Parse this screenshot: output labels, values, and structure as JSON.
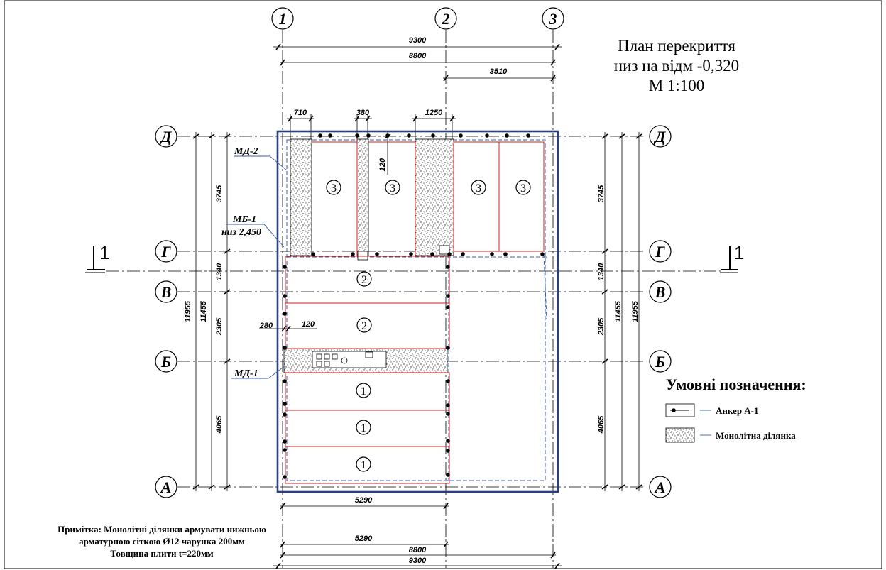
{
  "title": {
    "line1": "План перекриття",
    "line2": "низ на відм -0,320",
    "line3": "М 1:100"
  },
  "axes": {
    "columns": [
      "1",
      "2",
      "3"
    ],
    "rows": [
      "Д",
      "Г",
      "В",
      "Б",
      "А"
    ]
  },
  "dimensions": {
    "top_total": "9300",
    "top_inner": "8800",
    "top_right": "3510",
    "bottom_5290_a": "5290",
    "bottom_5290_b": "5290",
    "bottom_8800": "8800",
    "bottom_9300": "9300",
    "w710": "710",
    "w380": "380",
    "w1250": "1250",
    "v120": "120",
    "h280": "280",
    "h120": "120",
    "left_total": "11955",
    "left_inner": "11455",
    "left_3745": "3745",
    "left_1340": "1340",
    "left_2305": "2305",
    "left_4065": "4065",
    "right_total": "11955",
    "right_inner": "11455",
    "right_3745": "3745",
    "right_1340": "1340",
    "right_2305": "2305",
    "right_4065": "4065"
  },
  "labels": {
    "md2": "МД-2",
    "mb1": "МБ-1",
    "mb1_level": "низ 2,450",
    "md1": "МД-1"
  },
  "slab_marks": {
    "s1": "1",
    "s2": "2",
    "s3": "3"
  },
  "section": {
    "left": "1",
    "right": "1"
  },
  "legend": {
    "title": "Умовні позначення:",
    "anchor": "Анкер А-1",
    "monolith": "Монолітна ділянка"
  },
  "note": {
    "line1": "Примітка: Монолітні ділянки армувати нижньою",
    "line2": "арматурною сіткою Ø12 чарунка 200мм",
    "line3": "Товщина плити t=220мм"
  },
  "colors": {
    "outline": "#2a3f7e",
    "reinforcement": "#d42020",
    "leader": "#3a5ea8"
  }
}
